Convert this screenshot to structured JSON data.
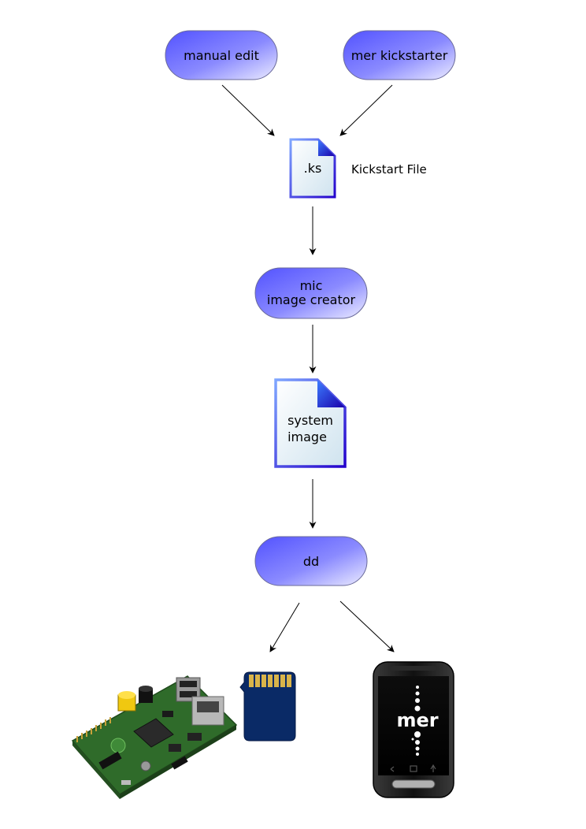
{
  "nodes": {
    "manual_edit": "manual edit",
    "mer_kickstarter": "mer kickstarter",
    "kickstart_file": ".ks",
    "kickstart_file_label": "Kickstart File",
    "mic_line1": "mic",
    "mic_line2": "image creator",
    "system_image_line1": "system",
    "system_image_line2": "image",
    "dd": "dd"
  },
  "targets": {
    "phone_logo": "mer"
  },
  "colors": {
    "pill_dark": "#5555ff",
    "pill_light": "#e6e6ff",
    "doc_border": "#2b00d4",
    "doc_fill": "#dfeef6",
    "sd_card": "#0a2a66",
    "sd_pins": "#d9b44a",
    "board_green": "#2f6b2a",
    "phone_body": "#1a1a1a"
  }
}
